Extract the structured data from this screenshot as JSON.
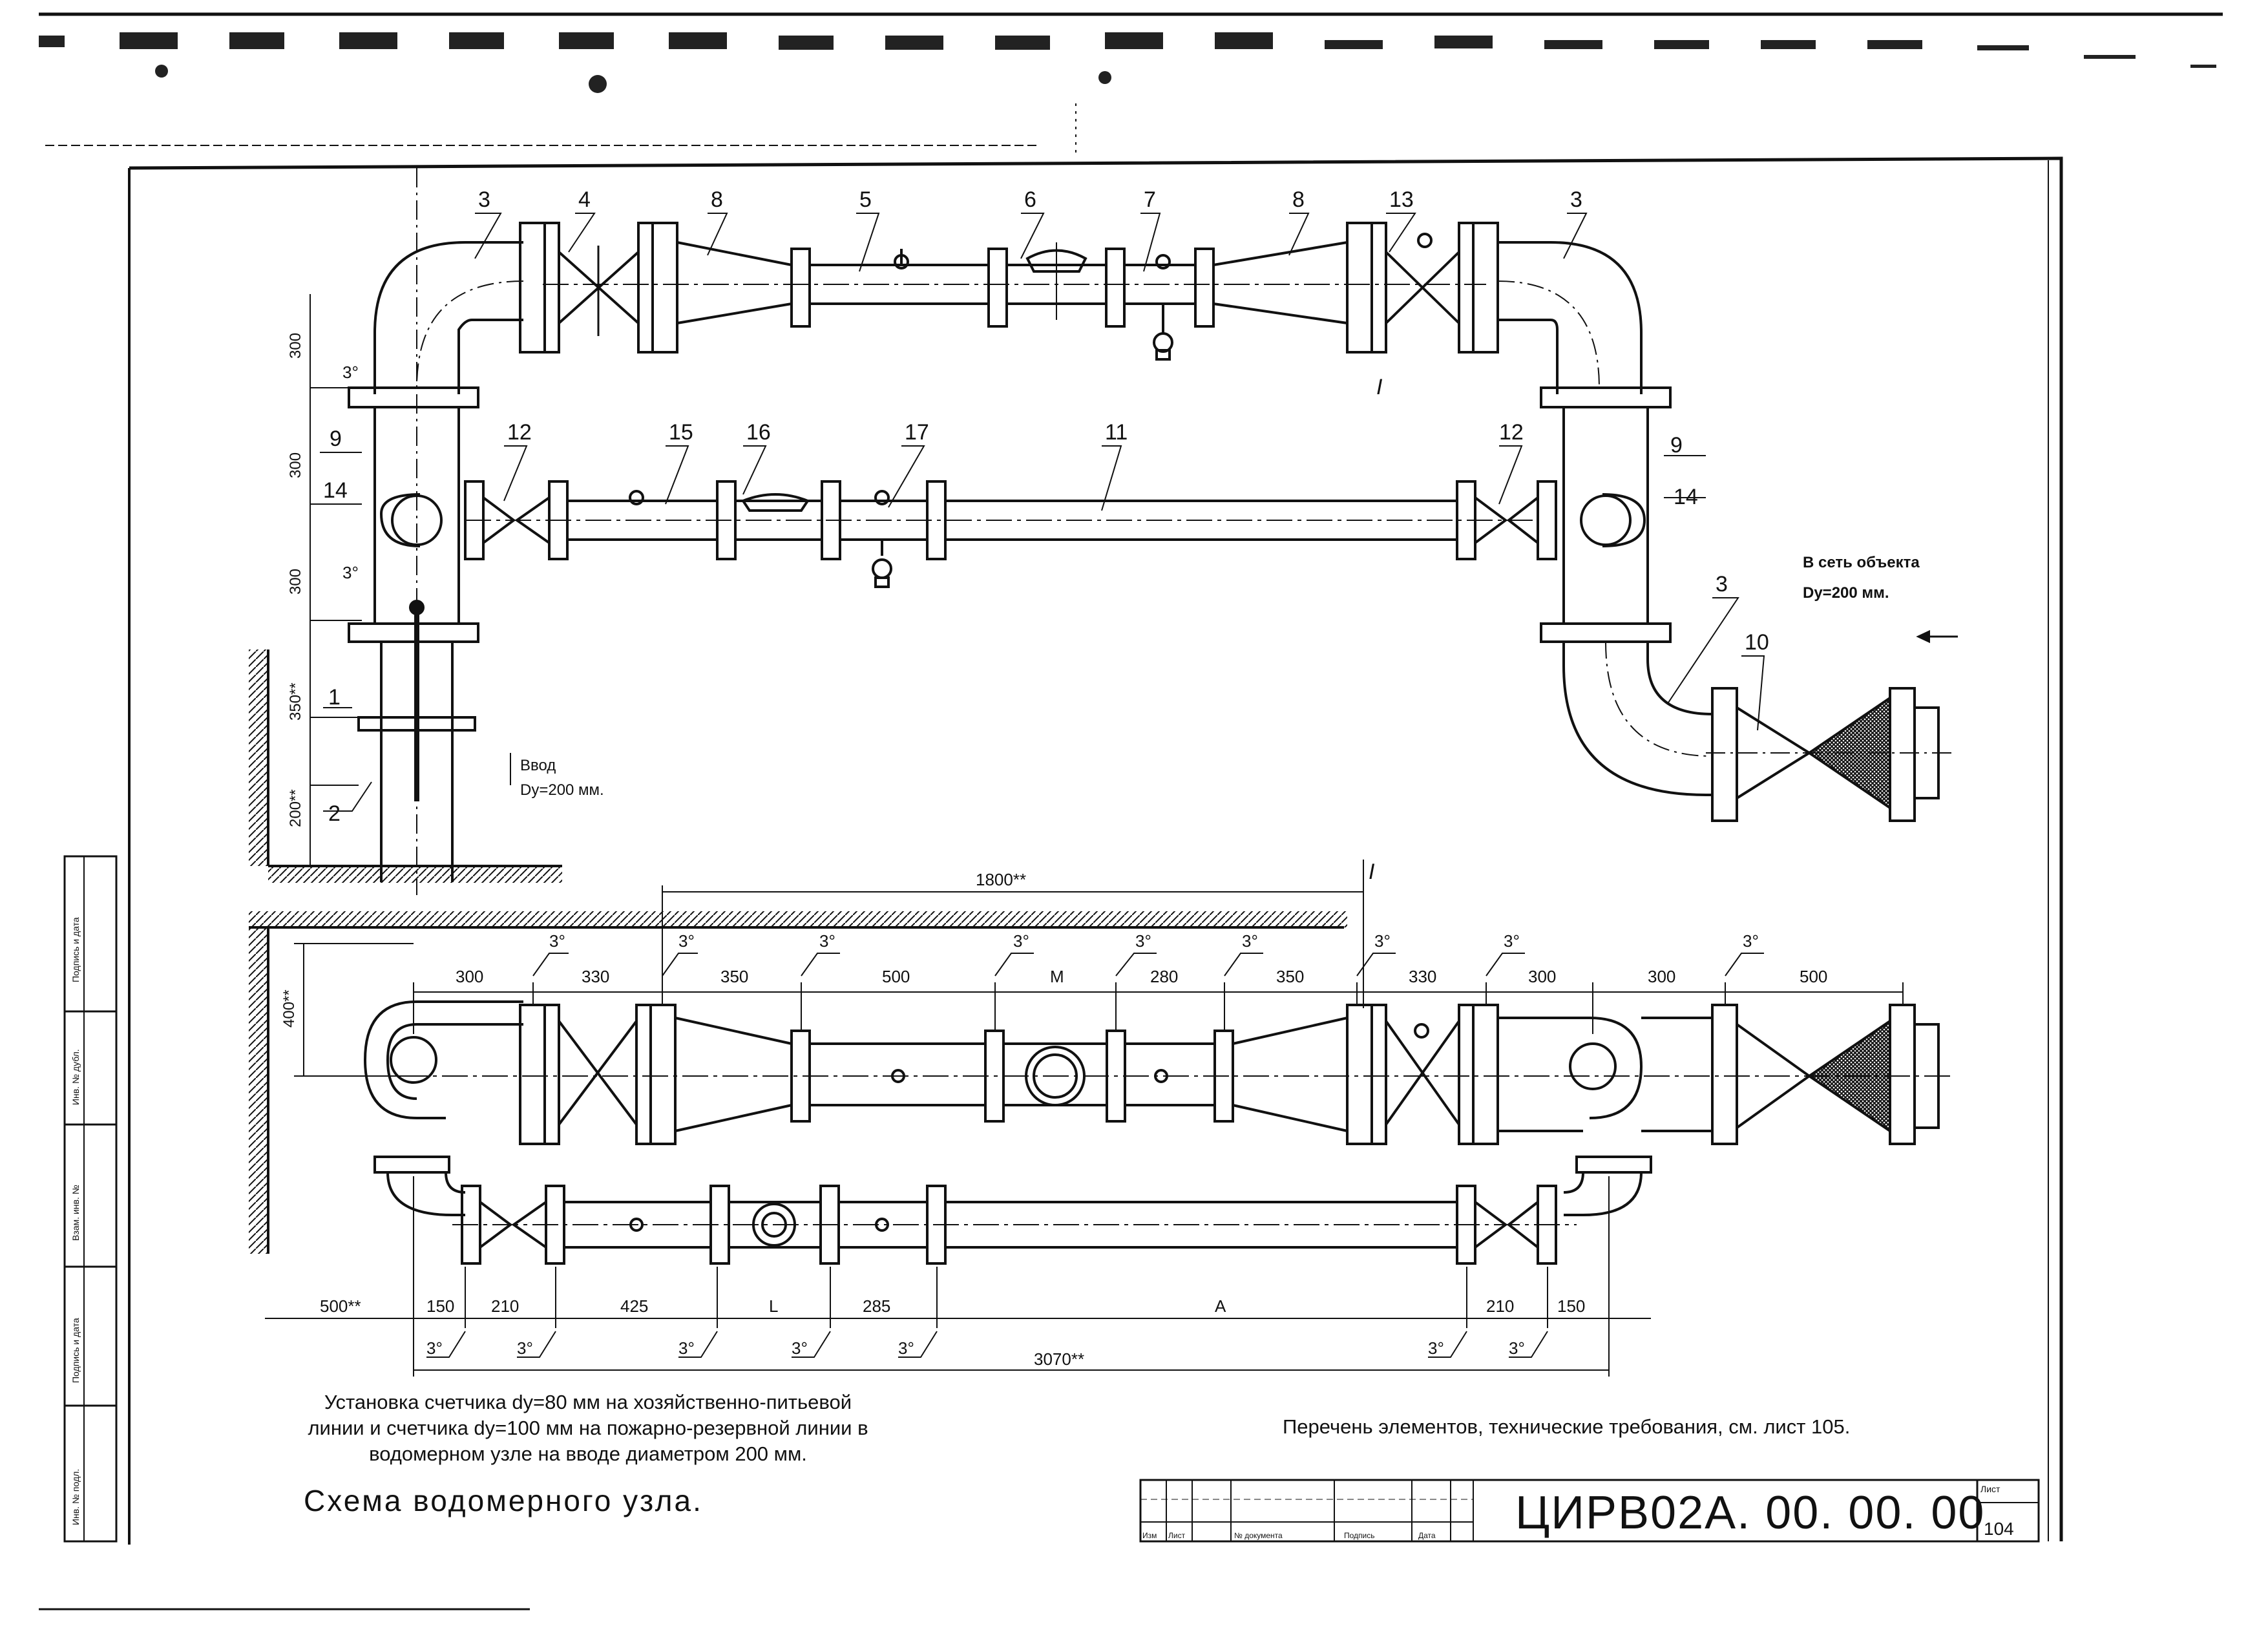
{
  "part_numbers": {
    "top_row": [
      "3",
      "4",
      "8",
      "5",
      "6",
      "7",
      "8",
      "13",
      "3"
    ],
    "middle_row": [
      "12",
      "15",
      "16",
      "17",
      "11",
      "12"
    ],
    "left_labels": [
      "3°",
      "9",
      "14",
      "3°",
      "1",
      "2"
    ],
    "right_labels": [
      "9",
      "14",
      "3",
      "10"
    ]
  },
  "section_marks": [
    "I",
    "I"
  ],
  "left_dims": [
    "300",
    "300",
    "300",
    "350**",
    "200**"
  ],
  "inlet_label": {
    "title": "Ввод",
    "size": "Dy=200 мм."
  },
  "outlet_label": {
    "title": "В сеть объекта",
    "size": "Dy=200 мм."
  },
  "plan": {
    "overall_top": "1800**",
    "height_dim": "400**",
    "top_dims": [
      "300",
      "330",
      "350",
      "500",
      "M",
      "280",
      "350",
      "330",
      "300",
      "300",
      "500"
    ],
    "top_angles": [
      "3°",
      "3°",
      "3°",
      "3°",
      "3°",
      "3°",
      "3°",
      "3°",
      "3°"
    ],
    "bottom_dims": [
      "500**",
      "150",
      "210",
      "425",
      "L",
      "285",
      "A",
      "210",
      "150"
    ],
    "bottom_angles": [
      "3°",
      "3°",
      "3°",
      "3°",
      "3°",
      "3°",
      "3°"
    ],
    "overall_bottom": "3070**"
  },
  "caption_lines": [
    "Установка счетчика dy=80 мм на хозяйственно-питьевой",
    "линии и счетчика dy=100 мм на пожарно-резервной линии в",
    "водомерном узле на вводе диаметром 200 мм."
  ],
  "scheme_title": "Схема водомерного узла.",
  "spec_note": "Перечень элементов, технические требования, см. лист 105.",
  "title_block": {
    "doc_code": "ЦИРВ02А. 00. 00. 00",
    "sheet_label": "Лист",
    "sheet_number": "104",
    "column_heads": [
      "Изм",
      "Лист",
      "№ документа",
      "Подпись",
      "Дата"
    ]
  },
  "side_stamp_labels": [
    "Подпись и дата",
    "Инв. № дубл.",
    "Взам. инв. №",
    "Подпись и дата",
    "Инв. № подл."
  ]
}
